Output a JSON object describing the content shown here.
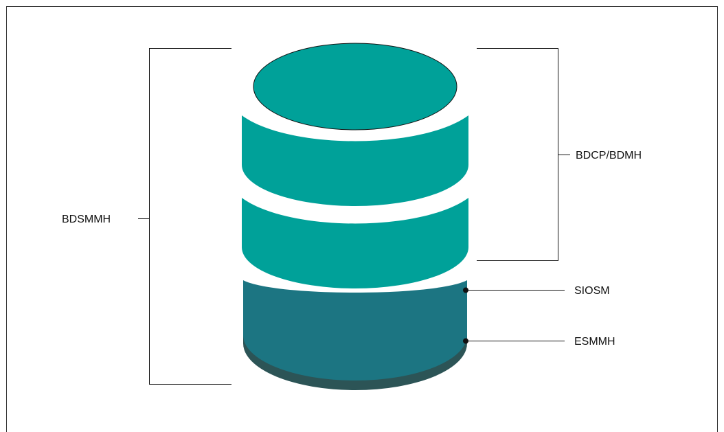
{
  "diagram": {
    "labels": {
      "left_bracket": "BDSMMH",
      "right_bracket": "BDCP/BDMH",
      "pointer_upper": "SIOSM",
      "pointer_lower": "ESMMH"
    },
    "colors": {
      "disk_teal": "#00A199",
      "base_teal": "#1C7582",
      "base_shadow": "#2C5456",
      "line": "#111111",
      "frame": "#333333",
      "background": "#FFFFFF"
    }
  }
}
